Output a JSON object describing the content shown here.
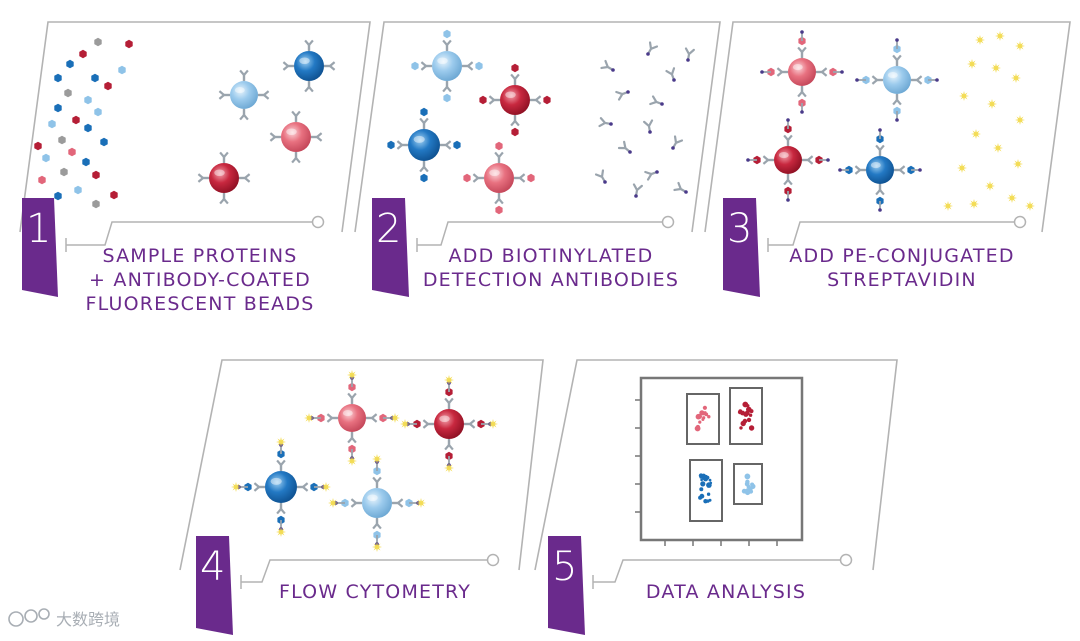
{
  "colors": {
    "purple": "#6a2a8c",
    "red": "#b51e36",
    "pink": "#e2667a",
    "blue": "#1a6fb8",
    "light_blue": "#8fc3e8",
    "gray": "#9b9b9b",
    "yellow": "#f3dc55",
    "frame": "#b3b3b3"
  },
  "steps": [
    {
      "number": "1",
      "lines": [
        "SAMPLE PROTEINS",
        "+ ANTIBODY-COATED",
        "FLUORESCENT BEADS"
      ]
    },
    {
      "number": "2",
      "lines": [
        "ADD BIOTINYLATED",
        "DETECTION ANTIBODIES"
      ]
    },
    {
      "number": "3",
      "lines": [
        "ADD PE-CONJUGATED",
        "STREPTAVIDIN"
      ]
    },
    {
      "number": "4",
      "lines": [
        "FLOW CYTOMETRY"
      ]
    },
    {
      "number": "5",
      "lines": [
        "DATA ANALYSIS"
      ]
    }
  ],
  "watermark": "大数跨境",
  "watermark_icon": "logo-icon"
}
